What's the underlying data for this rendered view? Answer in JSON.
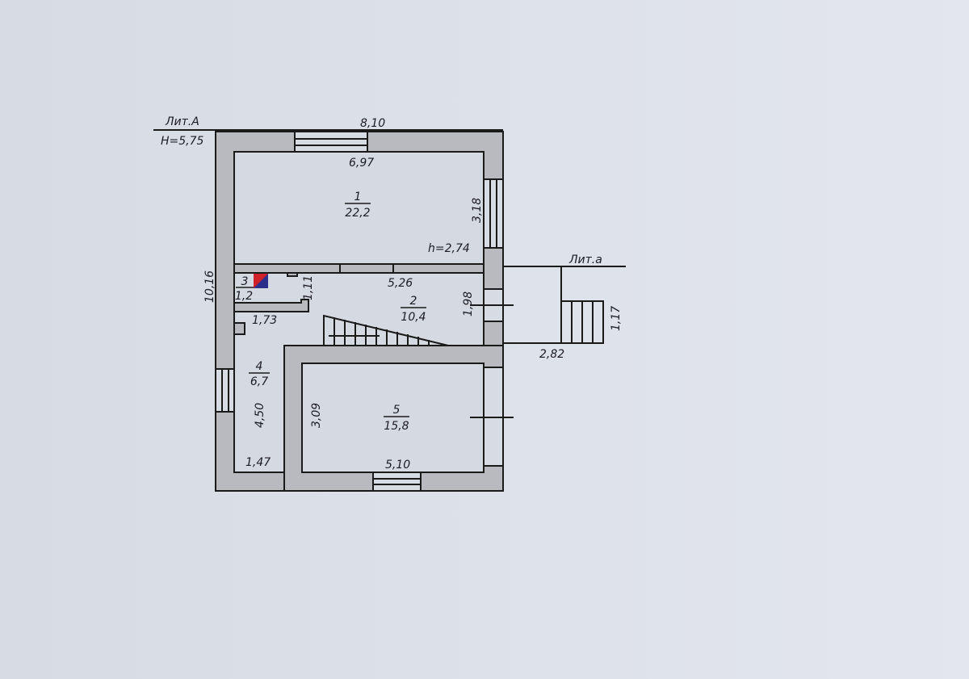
{
  "plan": {
    "literA": {
      "name": "Лит.А",
      "height": "H=5,75"
    },
    "literB": {
      "name": "Лит.а"
    },
    "ceiling_height": "h=2,74",
    "dimensions": {
      "overall_width": "8,10",
      "overall_length": "10,16",
      "room1_width": "6,97",
      "room1_depth": "3,18",
      "hall_width": "5,26",
      "hall_depth": "1,98",
      "closet_depth": "1,11",
      "closet_width": "1,73",
      "room4_length": "4,50",
      "room4_width": "1,47",
      "room5_depth": "3,09",
      "room5_width": "5,10",
      "annex_width": "2,82",
      "annex_depth": "1,17"
    },
    "rooms": [
      {
        "number": "1",
        "area": "22,2"
      },
      {
        "number": "2",
        "area": "10,4"
      },
      {
        "number": "3",
        "area": "1,2"
      },
      {
        "number": "4",
        "area": "6,7"
      },
      {
        "number": "5",
        "area": "15,8"
      }
    ],
    "colors": {
      "wall": "#b8babf",
      "background": "#d9dee7",
      "boiler_red": "#d0202a",
      "boiler_blue": "#2a2f8a"
    }
  }
}
